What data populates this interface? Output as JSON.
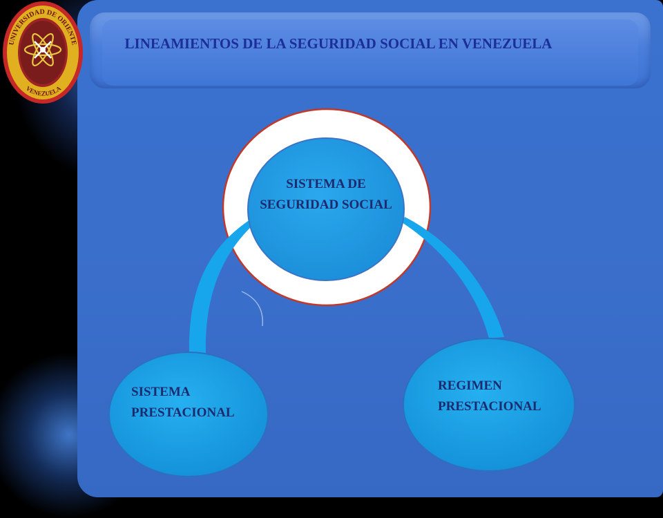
{
  "title": "LINEAMIENTOS DE LA SEGURIDAD SOCIAL EN VENEZUELA",
  "logo": {
    "text_top": "UNIVERSIDAD DE ORIENTE",
    "text_bottom": "VENEZUELA"
  },
  "diagram": {
    "center_node": "SISTEMA DE SEGURIDAD SOCIAL",
    "left_node": "SISTEMA PRESTACIONAL",
    "right_node": "REGIMEN PRESTACIONAL"
  },
  "colors": {
    "panel": "#3a6fcb",
    "node_fill": "#199ee6",
    "ring_border": "#c0392b",
    "text": "#1b2e99"
  }
}
